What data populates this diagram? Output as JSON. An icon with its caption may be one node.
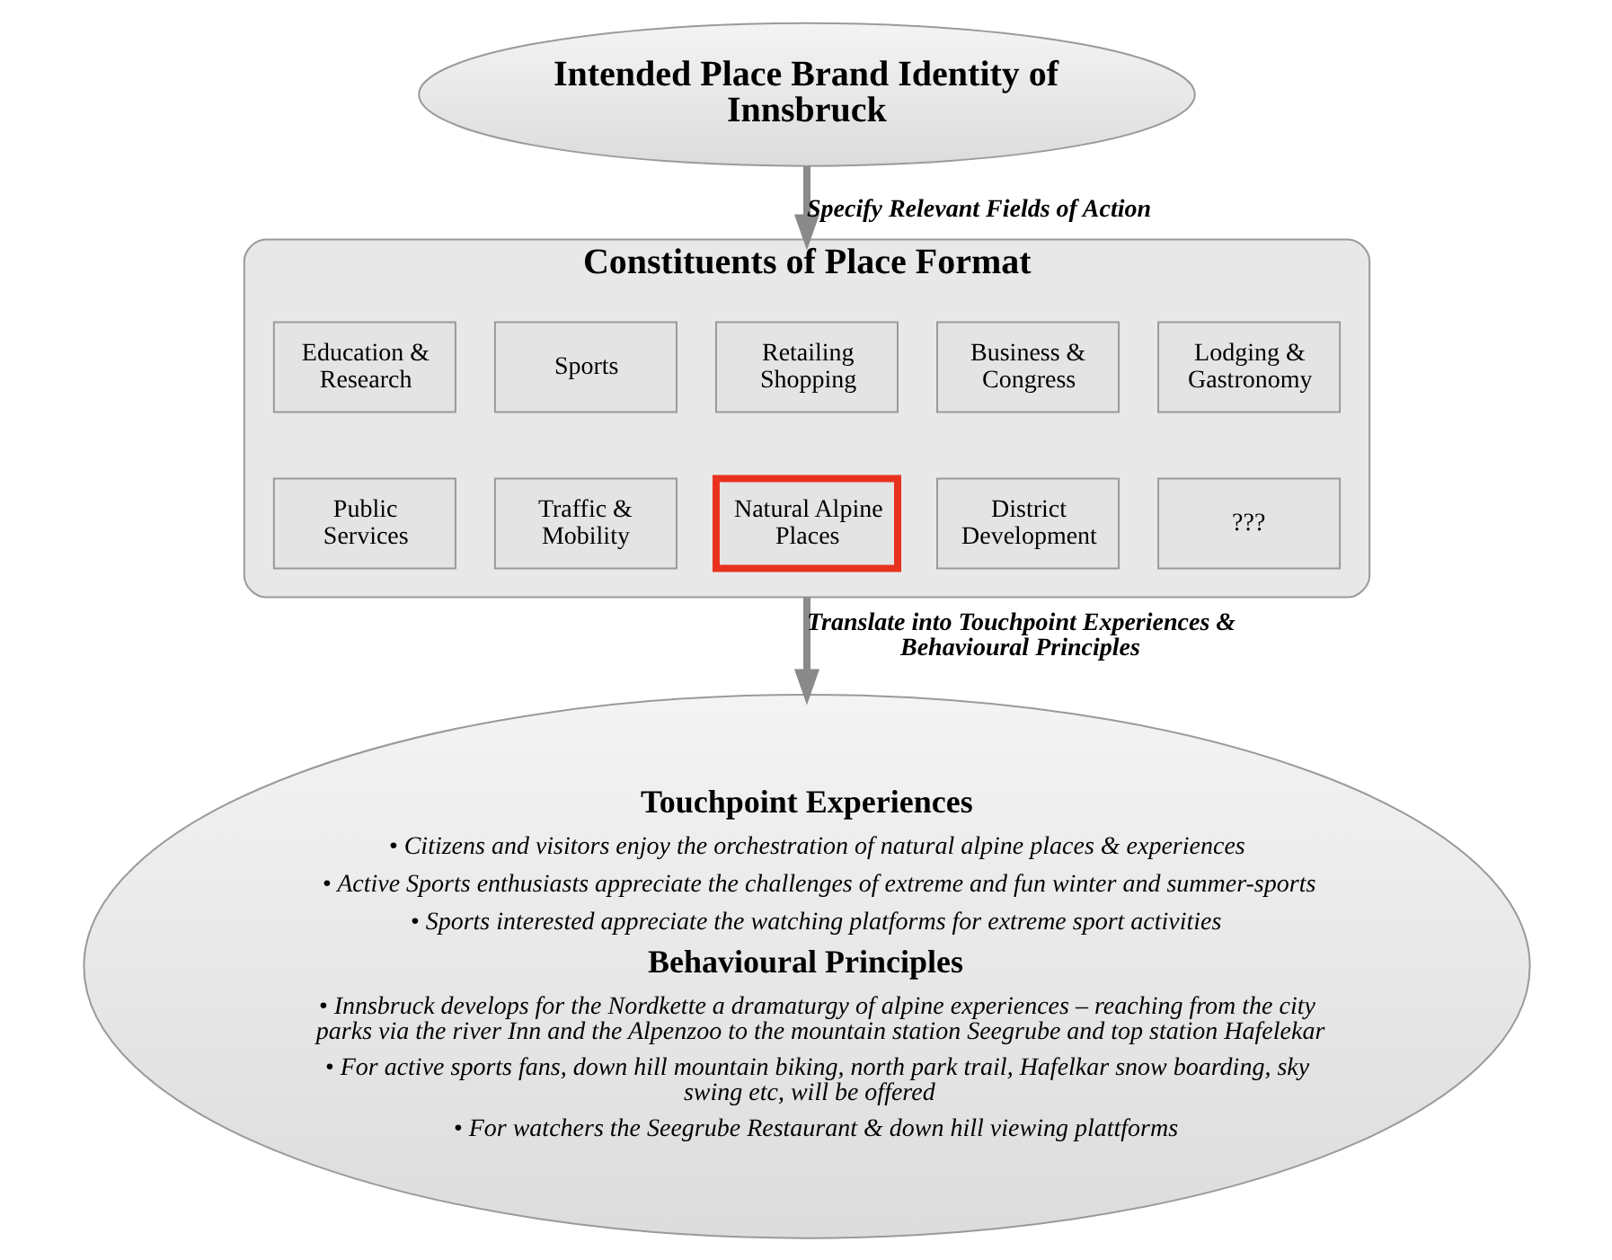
{
  "diagram": {
    "nodes": [
      {
        "text": [
          "Intended Place Brand Identity of Innsbruck"
        ]
      },
      {
        "text": [
          "Constituents of Place Format"
        ]
      },
      {
        "text": [
          "Education & Research"
        ],
        "in": 1
      },
      {
        "text": [
          "Sports"
        ],
        "in": 1
      },
      {
        "text": [
          "Retailing Shopping"
        ],
        "in": 1
      },
      {
        "text": [
          "Business & Congress"
        ],
        "in": 1
      },
      {
        "text": [
          "Lodging & Gastronomy"
        ],
        "in": 1
      },
      {
        "text": [
          "Public Services"
        ],
        "in": 1
      },
      {
        "text": [
          "Traffic & Mobility"
        ],
        "in": 1
      },
      {
        "text": [
          "Natural Alpine Places"
        ],
        "in": 1
      },
      {
        "text": [
          "District Development"
        ],
        "in": 1
      },
      {
        "text": [
          "???"
        ],
        "in": 1
      },
      {
        "text": [
          "Touchpoint Experiences",
          "• Citizens and visitors enjoy the orchestration of natural alpine places & experiences",
          "• Active Sports enthusiasts appreciate the challenges of extreme and fun winter and summer-sports",
          "• Sports interested appreciate the watching platforms for extreme sport activities",
          "Behavioural Principles",
          "• Innsbruck develops for the Nordkette a dramaturgy of alpine experiences – reaching from the city parks via the river Inn and the Alpenzoo to the mountain station Seegrube and top station Hafelekar",
          "• For active sports fans, down hill mountain biking, north park trail, Hafelkar snow boarding, sky swing etc, will be offered",
          "• For watchers the Seegrube Restaurant & down hill viewing plattforms"
        ]
      }
    ],
    "edges": [
      {
        "from": 0,
        "to": 1,
        "arrow": "to",
        "label": "Specify Relevant Fields of Action"
      },
      {
        "from": 1,
        "to": 12,
        "arrow": "to",
        "label": "Translate into Touchpoint Experiences & Behavioural Principles"
      }
    ]
  }
}
